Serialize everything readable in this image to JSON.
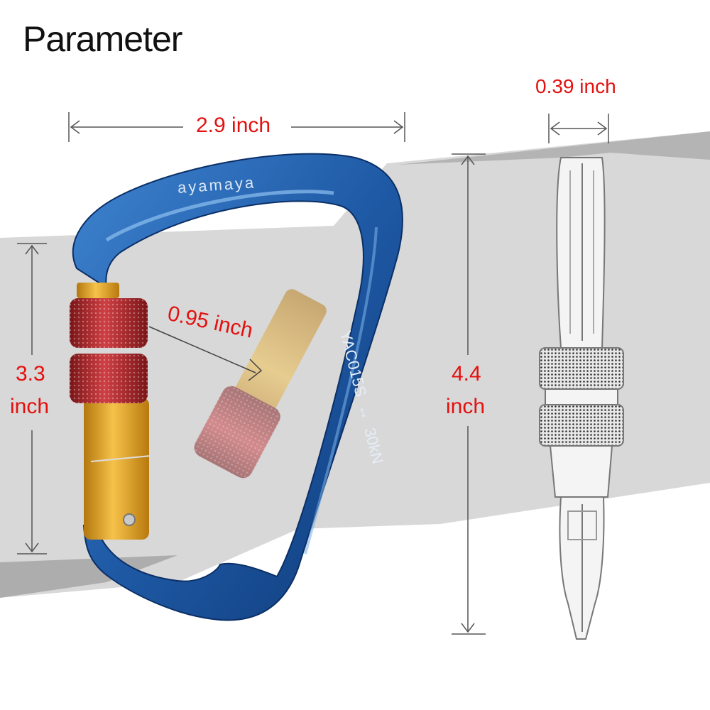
{
  "title": "Parameter",
  "product": {
    "brand": "ayamaya",
    "model": "YAC015S",
    "strength": "30kN",
    "arrow_glyph": "↔",
    "colors": {
      "body": "#1f5aa6",
      "gate": "#e0a020",
      "lock_sleeve": "#b32a2e",
      "background_band": "#d6d6d6"
    }
  },
  "dimensions": {
    "width": "2.9 inch",
    "height_left_value": "3.3",
    "height_left_unit": "inch",
    "gate_opening": "0.95 inch",
    "thickness": "0.39 inch",
    "height_right_value": "4.4",
    "height_right_unit": "inch"
  },
  "accent_color": "#e3110f"
}
